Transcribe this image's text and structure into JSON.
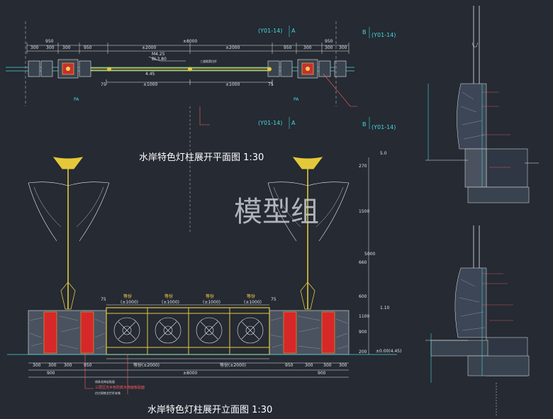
{
  "drawing": {
    "plan_title": "水岸特色灯柱展开平面图 1:30",
    "elev_title": "水岸特色灯柱展开立面图 1:30",
    "watermark": "模型组",
    "section_ref_a": "(Y01-14)",
    "section_ref_b": "(Y01-14)",
    "section_ref_a2": "(Y01-14)",
    "section_ref_b2": "(Y01-14)",
    "letter_a": "A",
    "letter_b": "B",
    "letter_a2": "A",
    "letter_b2": "B",
    "pa_left": "PA",
    "pa_right": "PA",
    "plan_overall": "±8000",
    "plan_top_dims": [
      "950",
      "300",
      "300",
      "300",
      "950",
      "±2000",
      "±2000",
      "950",
      "300",
      "300",
      "300",
      "950"
    ],
    "plan_top_small": [
      "300",
      "300",
      "300"
    ],
    "plan_lower_dims": [
      "75",
      "±1000",
      "±1000",
      "75"
    ],
    "plan_notes": [
      "M4.25",
      "BL3.80",
      "4.45",
      "三道缆索拉杆"
    ],
    "elev_top_dims": [
      "75",
      "等份",
      "等份",
      "等份",
      "等份",
      "75"
    ],
    "elev_top_sub": [
      "(±1000)",
      "(±1000)",
      "(±1000)",
      "(±1000)"
    ],
    "elev_mid_dims": [
      "等份(±2000)",
      "等份(±2000)"
    ],
    "elev_bottom_dims": [
      "300",
      "300",
      "300",
      "950",
      "950",
      "300",
      "300",
      "300"
    ],
    "elev_bottom_row2": [
      "900",
      "900",
      "±8000"
    ],
    "elev_right_dims": [
      "5.0",
      "270",
      "1500",
      "5000",
      "660",
      "600",
      "1100",
      "900",
      "200"
    ],
    "elev_levels": [
      "1.10",
      "±0.00(4.45)"
    ],
    "elev_notes": [
      "线条花岗岩贴面",
      "三层压光木色防腐木饰面板贴面",
      "仿古铜铁艺栏杆安装"
    ]
  }
}
